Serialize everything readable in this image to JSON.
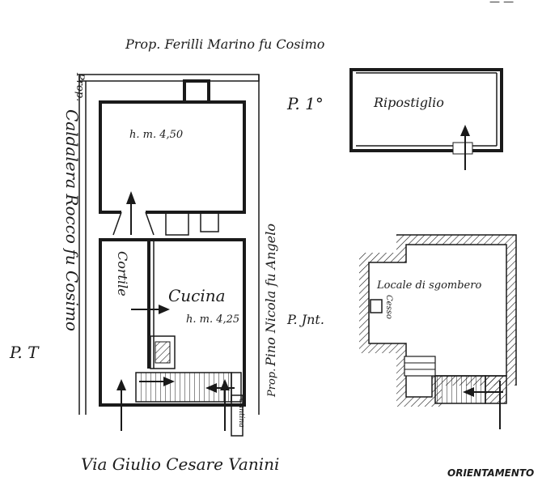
{
  "labels": {
    "north_owner": "Prop. Ferilli Marino fu Cosimo",
    "west_owner_prefix": "Prop.",
    "west_owner": "Caldalera Rocco fu Cosimo",
    "east_owner_prefix": "Prop.",
    "east_owner": "Pino Nicola fu Angelo",
    "street": "Via Giulio Cesare Vanini",
    "floor_t": "P. T",
    "floor_1": "P. 1°",
    "floor_int": "P. Jnt.",
    "orientation": "ORIENTAMENTO",
    "corner_mark": "— —"
  },
  "rooms": {
    "upper_room_height": "h. m. 4,50",
    "courtyard": "Cortile",
    "kitchen": "Cucina",
    "kitchen_height": "h. m. 4,25",
    "storeroom": "Ripostiglio",
    "junk_room": "Locale di sgombero",
    "closet": "Cesso",
    "cellar": "Cantina"
  }
}
